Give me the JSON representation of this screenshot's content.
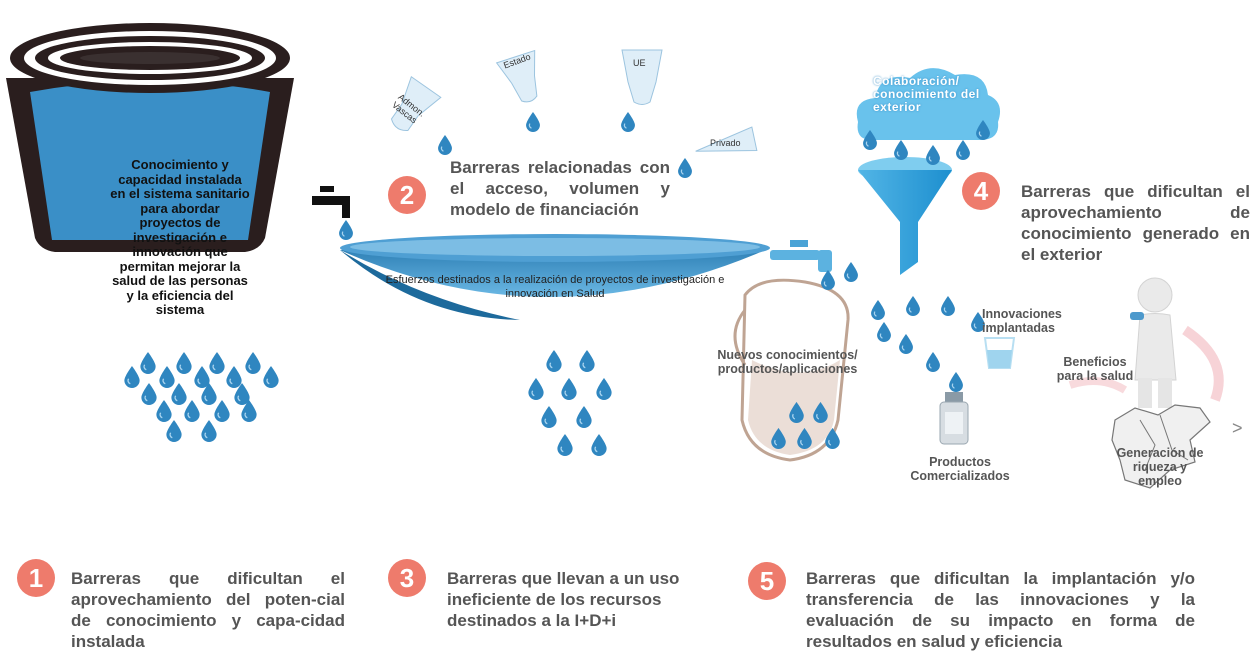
{
  "bucket": {
    "text": "Conocimiento y capacidad instalada en el sistema sanitario para abordar proyectos de investigación e innovación que permitan mejorar la salud de las personas y la eficiencia del sistema"
  },
  "bowl": {
    "text": "Esfuerzos destinados a la realización de proyectos de investigación e innovación en Salud"
  },
  "funding_sources": {
    "admon": "Admon. Vascas",
    "estado": "Estado",
    "ue": "UE",
    "privado": "Privado"
  },
  "cloud": {
    "text": "Colaboración/ conocimiento del exterior"
  },
  "jug": {
    "text": "Nuevos conocimientos/ productos/aplicaciones"
  },
  "outputs": {
    "innovaciones": "Innovaciones implantadas",
    "productos": "Productos Comercializados",
    "beneficios": "Beneficios para la salud",
    "generacion": "Generación de riqueza y empleo"
  },
  "next_arrow": ">",
  "barriers": [
    {
      "number": "1",
      "text": "Barreras que dificultan el aprovechamiento del poten-cial de conocimiento y capa-cidad instalada"
    },
    {
      "number": "2",
      "text": "Barreras relacionadas con el acceso, volumen y modelo de financiación"
    },
    {
      "number": "3",
      "text": "Barreras que llevan a un uso ineficiente de los recursos destinados a la I+D+i"
    },
    {
      "number": "4",
      "text": "Barreras que dificultan el aprovechamiento de conocimiento generado en el exterior"
    },
    {
      "number": "5",
      "text": "Barreras que dificultan la implantación y/o transferencia de las innovaciones y la evaluación de su impacto en forma de resultados en salud y eficiencia"
    }
  ],
  "colors": {
    "water": "#3a8fc7",
    "drop": "#2f86c0",
    "badge": "#ee7b6c",
    "text": "#555555"
  }
}
